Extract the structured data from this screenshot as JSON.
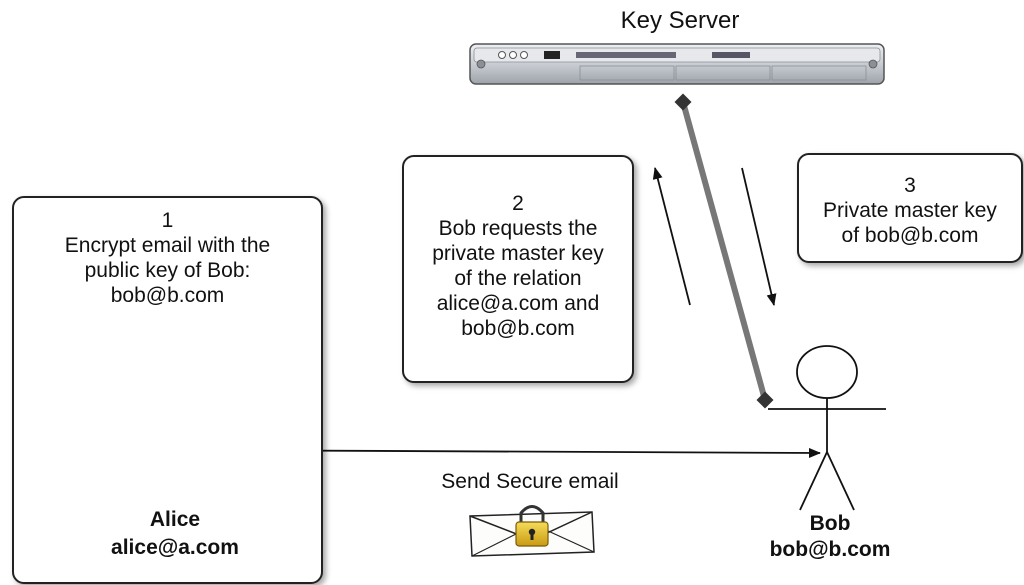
{
  "server": {
    "title": "Key Server"
  },
  "box1": {
    "number": "1",
    "lines": [
      "Encrypt email with the",
      "public key of Bob:",
      "bob@b.com"
    ]
  },
  "box2": {
    "number": "2",
    "lines": [
      "Bob requests the",
      "private master key",
      "of the relation",
      "alice@a.com and",
      "bob@b.com"
    ]
  },
  "box3": {
    "number": "3",
    "lines": [
      "Private master key",
      "of bob@b.com"
    ]
  },
  "alice": {
    "name": "Alice",
    "email": "alice@a.com"
  },
  "bob": {
    "name": "Bob",
    "email": "bob@b.com"
  },
  "message": {
    "label": "Send Secure email"
  }
}
